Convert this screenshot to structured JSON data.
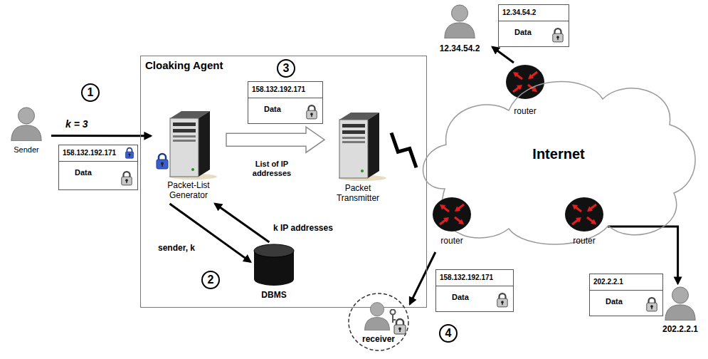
{
  "diagram": {
    "nodes": [
      {
        "text": [
          "Sender"
        ]
      },
      {
        "text": [
          "158.132.192.171",
          "Data"
        ]
      },
      {
        "text": [
          "Cloaking Agent"
        ]
      },
      {
        "text": [
          "Packet-List Generator"
        ],
        "in": 2
      },
      {
        "text": [
          "158.132.192.171",
          "Data"
        ],
        "in": 2
      },
      {
        "text": [
          "Packet Transmitter"
        ],
        "in": 2
      },
      {
        "text": [
          "DBMS"
        ],
        "in": 2
      },
      {
        "text": [
          "12.34.54.2",
          "Data"
        ]
      },
      {
        "text": [
          "12.34.54.2"
        ]
      },
      {
        "text": [
          "router"
        ]
      },
      {
        "text": [
          "Internet"
        ]
      },
      {
        "text": [
          "router"
        ]
      },
      {
        "text": [
          "router"
        ]
      },
      {
        "text": [
          "158.132.192.171",
          "Data"
        ]
      },
      {
        "text": [
          "receiver"
        ]
      },
      {
        "text": [
          "202.2.2.1",
          "Data"
        ]
      },
      {
        "text": [
          "202.2.2.1"
        ]
      }
    ],
    "edges": [
      {
        "from": 0,
        "to": 3,
        "label": "k = 3",
        "arrow": "to"
      },
      {
        "from": 3,
        "to": 5,
        "label": "List of IP addresses",
        "arrow": "to"
      },
      {
        "from": 3,
        "to": 6,
        "label": "sender, k",
        "arrow": "to"
      },
      {
        "from": 6,
        "to": 3,
        "label": "k IP addresses",
        "arrow": "to"
      },
      {
        "from": 5,
        "to": 10,
        "arrow": "none"
      },
      {
        "from": 9,
        "to": 8,
        "arrow": "to"
      },
      {
        "from": 11,
        "to": 14,
        "arrow": "to"
      },
      {
        "from": 12,
        "to": 16,
        "arrow": "to"
      }
    ],
    "labels": [
      "1",
      "2",
      "3",
      "4"
    ]
  }
}
